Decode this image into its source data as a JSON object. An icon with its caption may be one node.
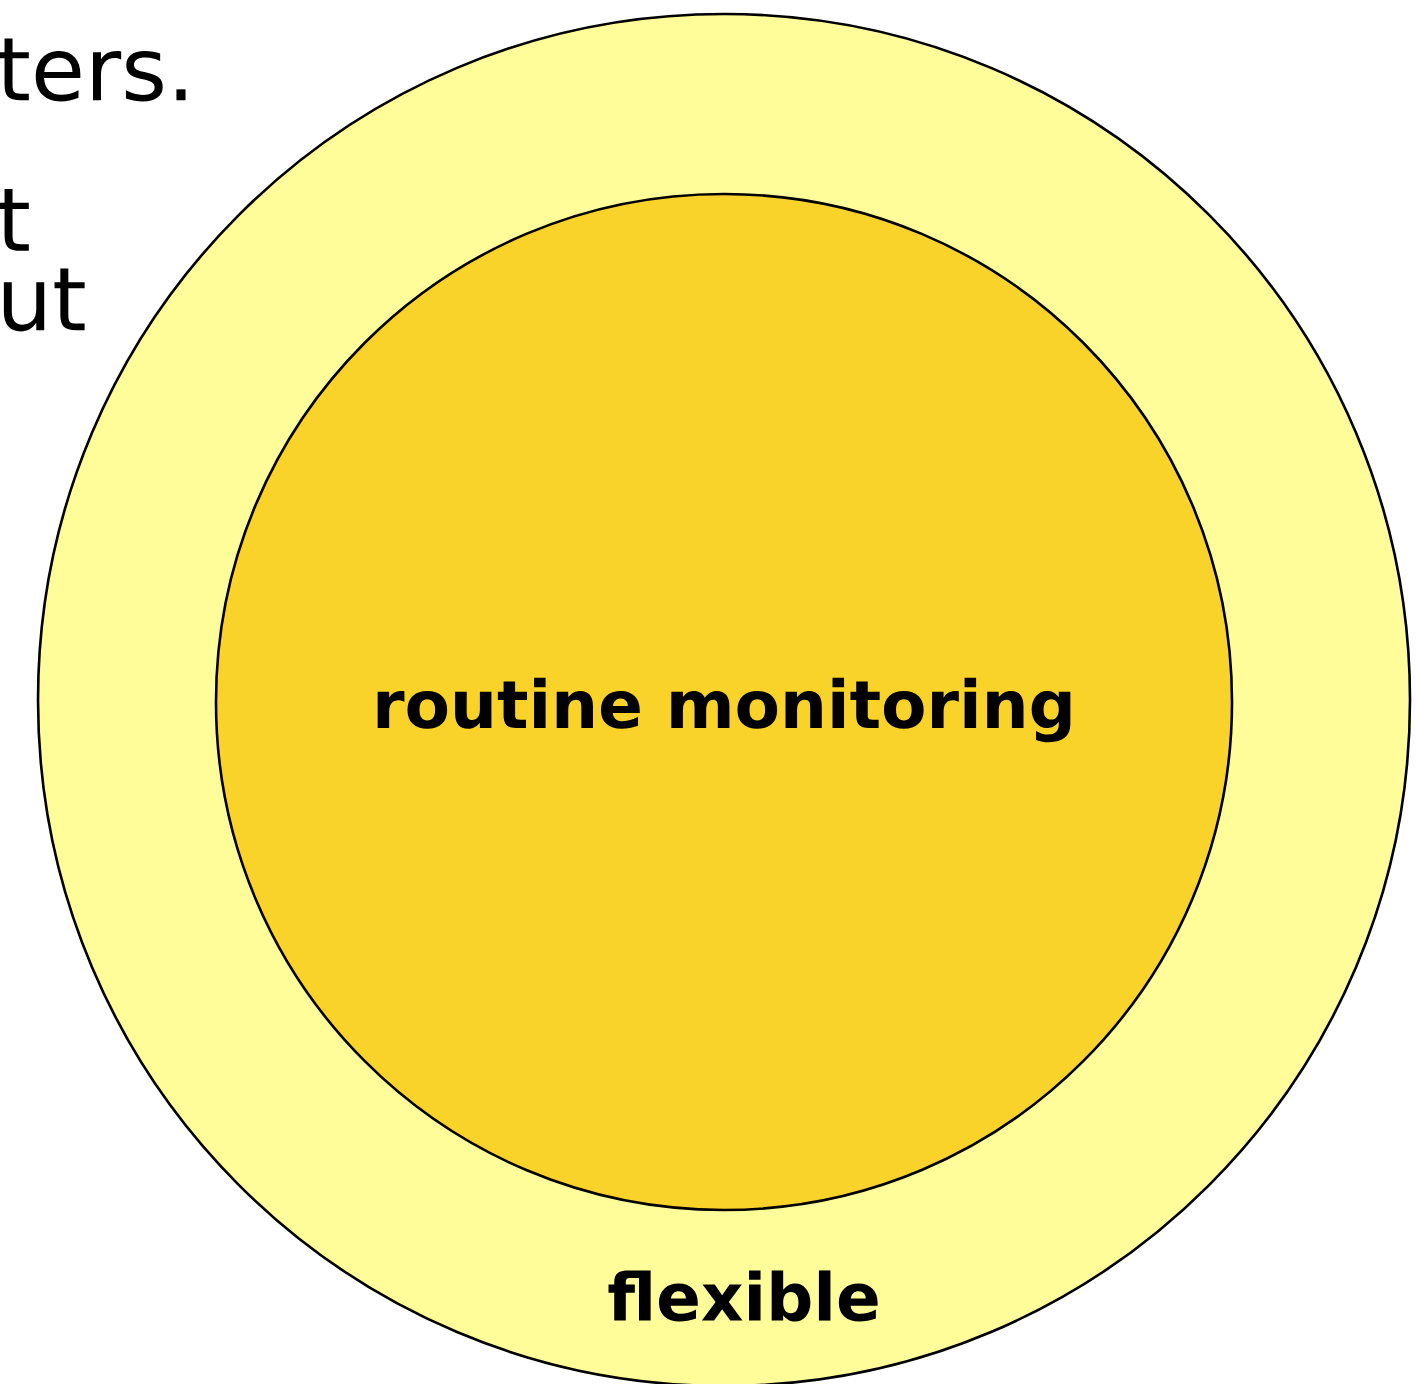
{
  "diagram": {
    "nodes": [
      {
        "text": [
          "flexible"
        ]
      },
      {
        "text": [
          "routine monitoring"
        ],
        "in": 0
      }
    ],
    "labels": [
      "ters.",
      "t",
      "ut"
    ]
  }
}
